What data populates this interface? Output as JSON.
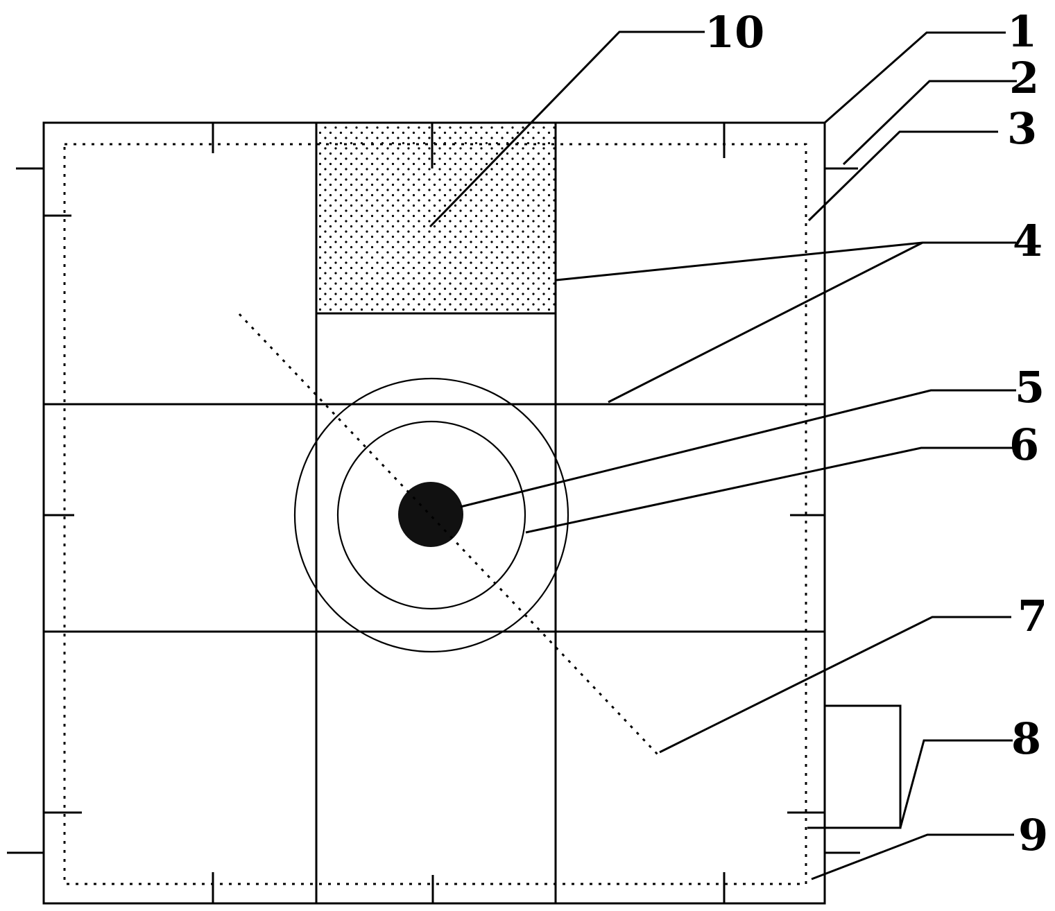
{
  "diagram": {
    "labels": {
      "l1": "1",
      "l2": "2",
      "l3": "3",
      "l4": "4",
      "l5": "5",
      "l6": "6",
      "l7": "7",
      "l8": "8",
      "l9": "9",
      "l10": "10"
    }
  }
}
